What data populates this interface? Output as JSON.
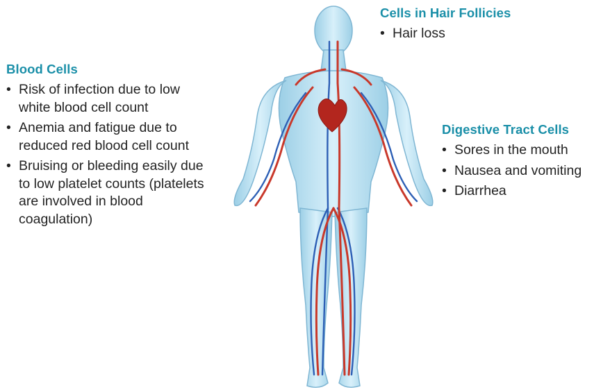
{
  "sections": {
    "blood": {
      "title": "Blood Cells",
      "items": [
        "Risk of infection due to low white blood cell count",
        "Anemia and fatigue due to reduced red blood cell count",
        "Bruising or bleeding easily due to low platelet counts (platelets are involved in blood coagulation)"
      ]
    },
    "hair": {
      "title": "Cells in Hair Follicies",
      "items": [
        "Hair loss"
      ]
    },
    "digestive": {
      "title": "Digestive Tract Cells",
      "items": [
        "Sores in the mouth",
        "Nausea and vomiting",
        "Diarrhea"
      ]
    }
  },
  "colors": {
    "heading": "#1a8fa8",
    "body_fill": "#bfe3f2",
    "artery": "#c9382a",
    "vein": "#2d5fb5",
    "heart": "#b3261e"
  }
}
